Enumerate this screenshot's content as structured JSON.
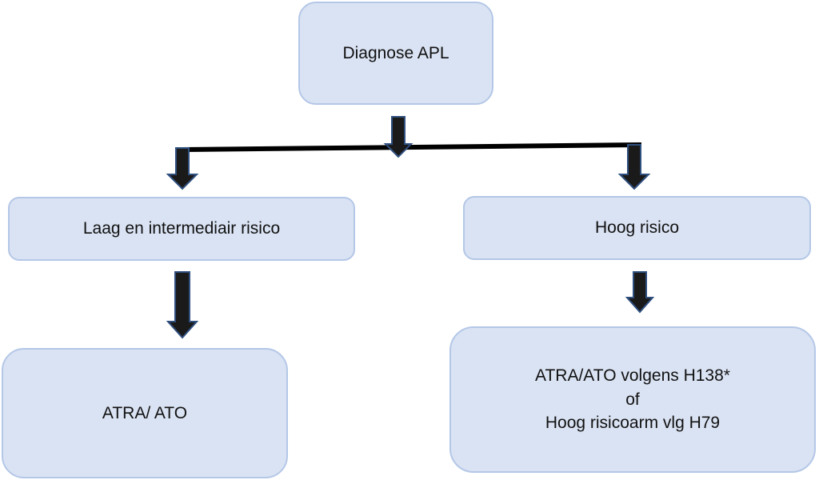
{
  "nodes": {
    "root": "Diagnose APL",
    "low": "Laag en intermediair risico",
    "high": "Hoog risico",
    "low_treatment": "ATRA/ ATO",
    "high_treatment": "ATRA/ATO volgens H138*\nof\nHoog risicoarm vlg H79"
  },
  "colors": {
    "box_fill": "#dae3f3",
    "box_border": "#b4c7e7",
    "arrow_fill": "#1a1a1a",
    "arrow_stroke": "#2f4f7f",
    "line": "#000000"
  }
}
